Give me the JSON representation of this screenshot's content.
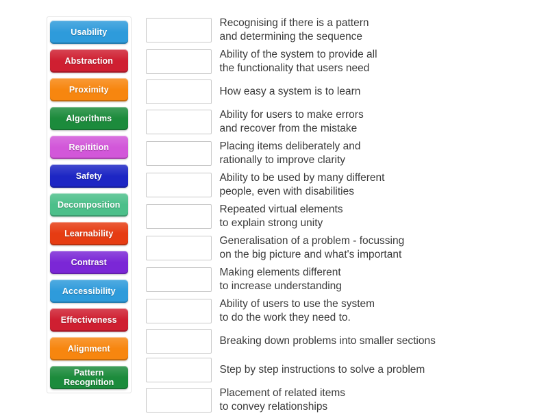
{
  "activity": {
    "type": "match-up",
    "title": "Match up"
  },
  "tiles_panel": {
    "name": "draggable-terms",
    "tiles": [
      {
        "label": "Usability",
        "color": "#2e9bdb",
        "lines": 1
      },
      {
        "label": "Abstraction",
        "color": "#cf1f31",
        "lines": 1
      },
      {
        "label": "Proximity",
        "color": "#f7860f",
        "lines": 1
      },
      {
        "label": "Algorithms",
        "color": "#1c8b3c",
        "lines": 1
      },
      {
        "label": "Repitition",
        "color": "#d257d9",
        "lines": 1
      },
      {
        "label": "Safety",
        "color": "#1d26c4",
        "lines": 1
      },
      {
        "label": "Decomposition",
        "color": "#4cbf8a",
        "lines": 1
      },
      {
        "label": "Learnability",
        "color": "#e63c12",
        "lines": 1
      },
      {
        "label": "Contrast",
        "color": "#7b27d6",
        "lines": 1
      },
      {
        "label": "Accessibility",
        "color": "#2e9bdb",
        "lines": 1
      },
      {
        "label": "Effectiveness",
        "color": "#cf1f31",
        "lines": 1
      },
      {
        "label": "Alignment",
        "color": "#f7860f",
        "lines": 1
      },
      {
        "label": "Pattern\nRecognition",
        "color": "#1c8b3c",
        "lines": 2
      }
    ]
  },
  "definitions_panel": {
    "name": "definition-rows",
    "slot_value": "",
    "rows": [
      {
        "text": "Recognising if there is a pattern\nand determining the sequence"
      },
      {
        "text": "Ability of the system to provide all\nthe functionality that users need"
      },
      {
        "text": "How easy a system is to learn"
      },
      {
        "text": "Ability for users to make errors\nand recover from the mistake"
      },
      {
        "text": "Placing items deliberately and\nrationally to improve clarity"
      },
      {
        "text": "Ability to be used by many different\npeople, even with disabilities"
      },
      {
        "text": "Repeated virtual elements\nto explain strong unity"
      },
      {
        "text": "Generalisation of a problem - focussing\non the big picture and what's important"
      },
      {
        "text": "Making elements different\nto increase understanding"
      },
      {
        "text": "Ability of users to use the system\nto do the work they need to."
      },
      {
        "text": "Breaking down problems into smaller sections"
      },
      {
        "text": "Step by step instructions to solve a problem"
      },
      {
        "text": "Placement of related items\nto convey relationships"
      }
    ]
  },
  "colors": {
    "page_background": "#ffffff",
    "panel_border": "#e2e2e2",
    "slot_border": "#c8c8c8",
    "text": "#3a3a3a",
    "tile_text": "#ffffff"
  }
}
